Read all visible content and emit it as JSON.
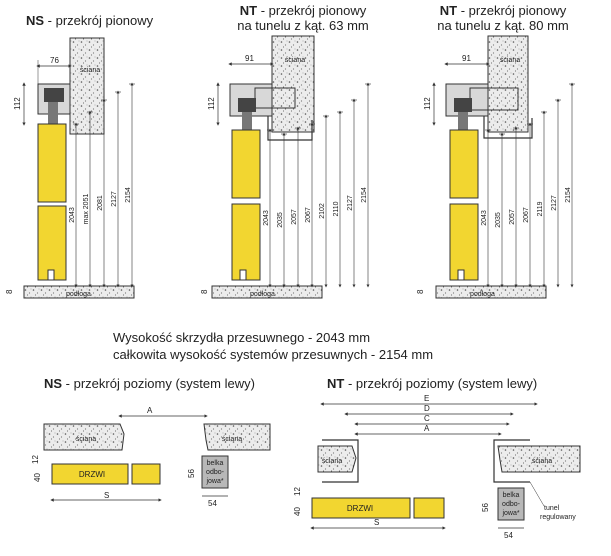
{
  "headers": {
    "ns_vertical": {
      "bold": "NS",
      "rest": " - przekrój pionowy"
    },
    "nt63_vertical": {
      "bold": "NT",
      "rest": " - przekrój pionowy",
      "line2": "na tunelu z kąt. 63 mm"
    },
    "nt80_vertical": {
      "bold": "NT",
      "rest": " - przekrój pionowy",
      "line2": "na tunelu z kąt. 80 mm"
    },
    "ns_horizontal": {
      "bold": "NS",
      "rest": " - przekrój poziomy (system lewy)"
    },
    "nt_horizontal": {
      "bold": "NT",
      "rest": " - przekrój poziomy (system lewy)"
    }
  },
  "summary": {
    "line1": "Wysokość skrzydła przesuwnego - 2043 mm",
    "line2": "całkowita wysokość systemów przesuwnych - 2154 mm"
  },
  "labels": {
    "wall": "ściana",
    "floor": "podłoga",
    "door": "DRZWI",
    "beam": "belka odbo-jowa*",
    "beam_l1": "belka",
    "beam_l2": "odbo-",
    "beam_l3": "jowa*",
    "tunnel_l1": "tunel",
    "tunnel_l2": "regulowany"
  },
  "dims": {
    "ns": {
      "top": "76",
      "left": "112",
      "floor": "8",
      "heights": [
        "2043",
        "max 2051",
        "2081",
        "2127",
        "2154"
      ]
    },
    "nt63": {
      "top": "91",
      "left": "112",
      "floor": "8",
      "heights": [
        "2043",
        "2035",
        "2057",
        "2067",
        "2102",
        "2110",
        "2127",
        "2154"
      ]
    },
    "nt80": {
      "top": "91",
      "left": "112",
      "floor": "8",
      "heights": [
        "2043",
        "2035",
        "2057",
        "2067",
        "2119",
        "2127",
        "2154"
      ]
    },
    "ns_h": {
      "a": "A",
      "s": "S",
      "w12": "12",
      "w40": "40",
      "w56": "56",
      "w54": "54"
    },
    "nt_h": {
      "e": "E",
      "d": "D",
      "c": "C",
      "a": "A",
      "s": "S",
      "w12": "12",
      "w40": "40",
      "w56": "56",
      "w54": "54"
    }
  },
  "colors": {
    "door": "#f2d630",
    "wall_fill": "#e6e6e6",
    "line": "#333333",
    "beam": "#b8b8b8"
  }
}
